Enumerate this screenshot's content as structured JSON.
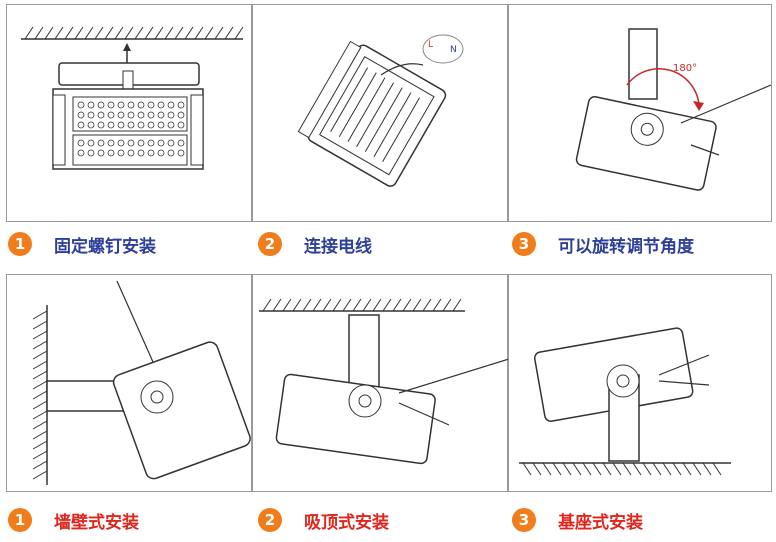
{
  "colors": {
    "num_badge": "#f07d1c",
    "top_text": "#2e3f9a",
    "bottom_text": "#e0251c",
    "line": "#333333"
  },
  "top_row": [
    {
      "num": "1",
      "text": "固定螺钉安装"
    },
    {
      "num": "2",
      "text": "连接电线"
    },
    {
      "num": "3",
      "text": "可以旋转调节角度"
    }
  ],
  "bottom_row": [
    {
      "num": "1",
      "text": "墙壁式安装"
    },
    {
      "num": "2",
      "text": "吸顶式安装"
    },
    {
      "num": "3",
      "text": "基座式安装"
    }
  ],
  "diagram_labels": {
    "rotate_angle": "180°",
    "wire_l": "L",
    "wire_n": "N"
  }
}
